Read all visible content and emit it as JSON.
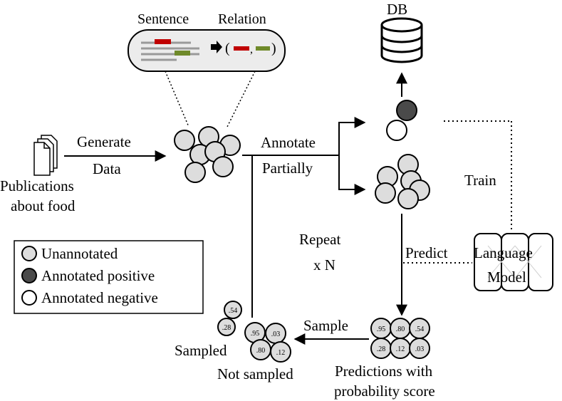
{
  "labels": {
    "sentence": "Sentence",
    "relation": "Relation",
    "db": "DB",
    "generate": "Generate",
    "data": "Data",
    "publications": "Publications",
    "about_food": "about food",
    "annotate": "Annotate",
    "partially": "Partially",
    "train": "Train",
    "repeat": "Repeat",
    "times_n": "x N",
    "predict": "Predict",
    "language": "Language",
    "model": "Model",
    "sample": "Sample",
    "sampled": "Sampled",
    "not_sampled": "Not sampled",
    "predictions_with": "Predictions with",
    "probability_score": "probability score"
  },
  "legend": {
    "unannotated": "Unannotated",
    "annotated_positive": "Annotated positive",
    "annotated_negative": "Annotated negative"
  },
  "scores": {
    "predicted": [
      ".95",
      ".80",
      ".54",
      ".28",
      ".12",
      ".03"
    ],
    "sampled": [
      ".54",
      ".28"
    ],
    "not_sampled": [
      ".95",
      ".03",
      ".80",
      ".12"
    ]
  },
  "colors": {
    "unannotated": "#dddddd",
    "positive": "#4a4a4a",
    "negative": "#ffffff",
    "red_span": "#c00000",
    "green_span": "#6f8a2a",
    "gray_line": "#9a9a9a",
    "bubble_bg": "#ececec"
  }
}
